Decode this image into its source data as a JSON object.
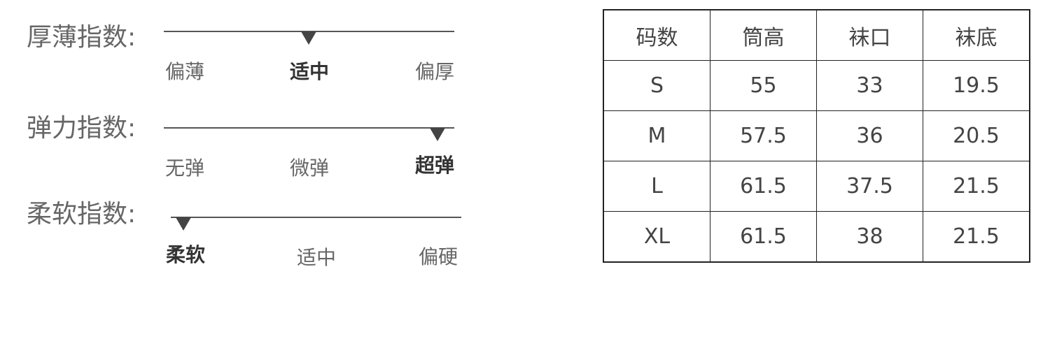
{
  "indices": [
    {
      "title": "厚薄指数:",
      "options": [
        "偏薄",
        "适中",
        "偏厚"
      ],
      "selected": 1,
      "selected_label": "适中"
    },
    {
      "title": "弹力指数:",
      "options": [
        "无弹",
        "微弹",
        "超弹"
      ],
      "selected": 2,
      "selected_label": "超弹"
    },
    {
      "title": "柔软指数:",
      "options": [
        "柔软",
        "适中",
        "偏硬"
      ],
      "selected": 0,
      "selected_label": "柔软"
    }
  ],
  "size_table": {
    "headers": [
      "码数",
      "筒高",
      "袜口",
      "袜底"
    ],
    "rows": [
      [
        "S",
        "55",
        "33",
        "19.5"
      ],
      [
        "M",
        "57.5",
        "36",
        "20.5"
      ],
      [
        "L",
        "61.5",
        "37.5",
        "21.5"
      ],
      [
        "XL",
        "61.5",
        "38",
        "21.5"
      ]
    ]
  },
  "colors": {
    "line": "#555555",
    "pointer": "#444444",
    "text": "#666666",
    "active_text": "#333333",
    "table_border": "#222222"
  }
}
